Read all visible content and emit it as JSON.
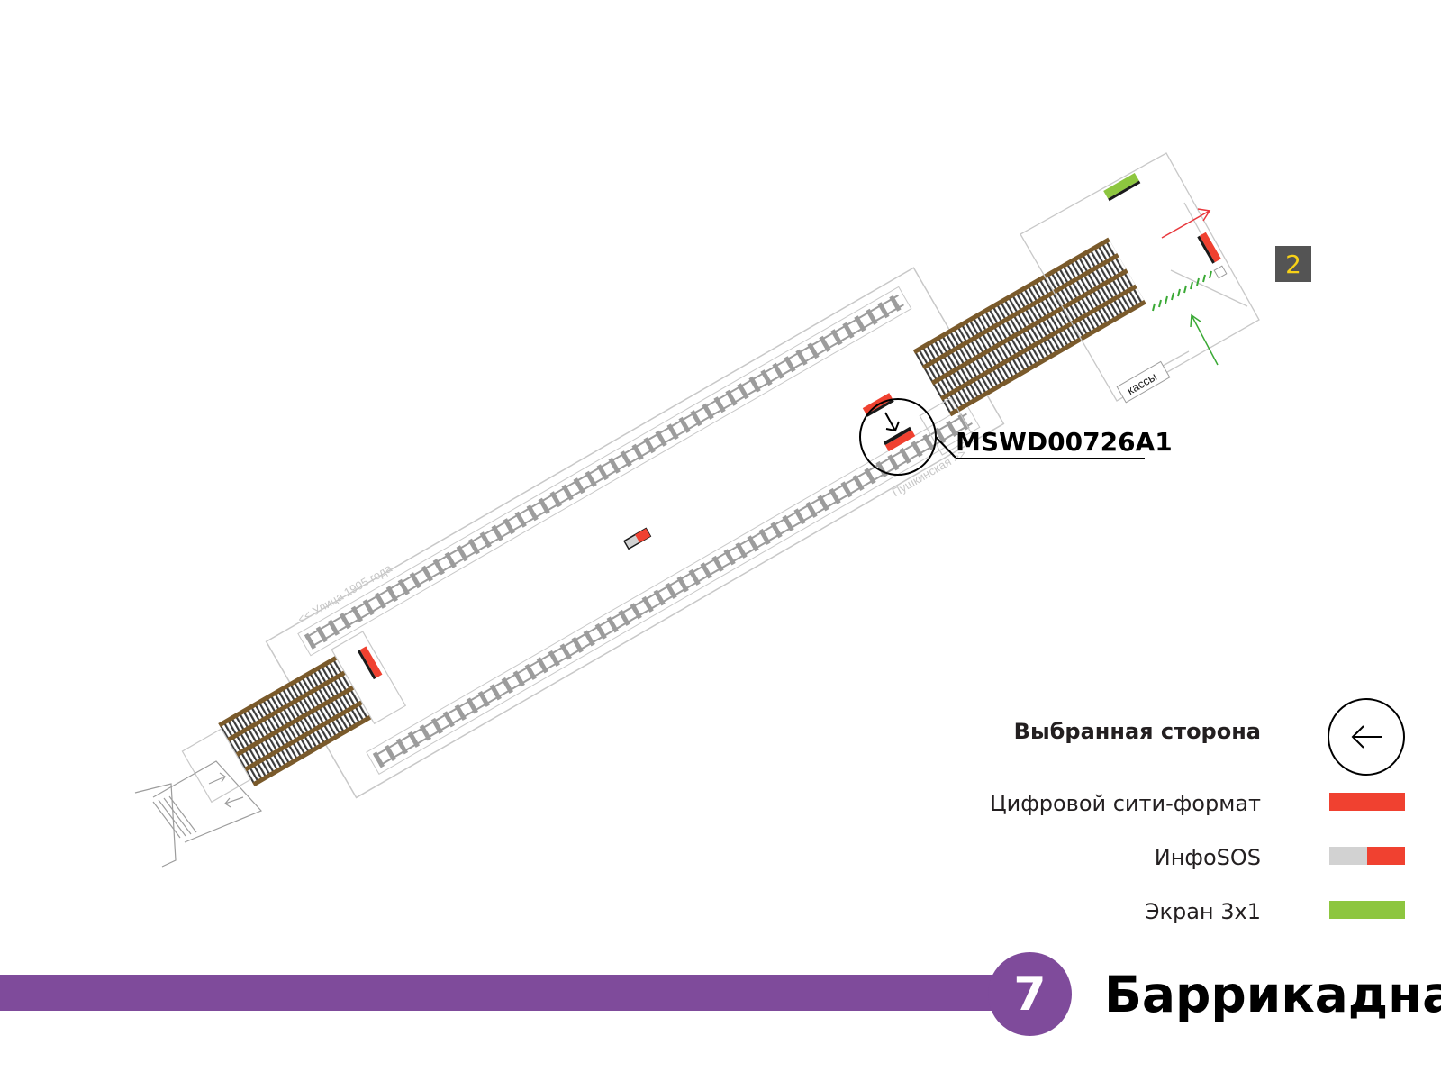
{
  "station": {
    "name": "Баррикадная",
    "line_number": "7",
    "line_color": "#7f4b9b"
  },
  "exit": {
    "number": "2"
  },
  "selected_panel": {
    "code": "MSWD00726A1"
  },
  "map_labels": {
    "left_direction": "<< Улица 1905 года",
    "right_direction": "Пушкинская >>",
    "ticket_office": "кассы"
  },
  "legend": {
    "selected_side": "Выбранная сторона",
    "items": [
      {
        "label": "Цифровой сити-формат",
        "colors": [
          "#f04130"
        ]
      },
      {
        "label": "ИнфоSOS",
        "colors": [
          "#d2d2d2",
          "#f04130"
        ]
      },
      {
        "label": "Экран 3x1",
        "colors": [
          "#8dc63f"
        ]
      }
    ]
  },
  "colors": {
    "digital_city_format": "#f04130",
    "infosos_grey": "#d2d2d2",
    "screen_3x1": "#8dc63f",
    "escalator": "#7a5a2b",
    "track": "#9c9c9c",
    "wall": "#c8c8c8",
    "arrow_in": "#3aa935",
    "arrow_out": "#e8383d",
    "exit_badge_bg": "#545454",
    "exit_badge_text": "#f7d117"
  },
  "icons": {
    "selected_side": "arrow-left-in-circle-icon",
    "panel_marker": "arrow-down-right-in-circle-icon"
  }
}
